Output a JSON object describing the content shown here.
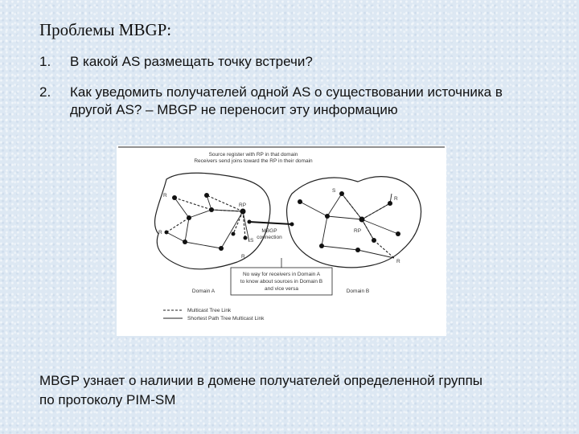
{
  "slide": {
    "title": "Проблемы MBGP:",
    "items": [
      {
        "number": "1.",
        "text": "В какой AS размещать точку встречи?"
      },
      {
        "number": "2.",
        "text": "Как уведомить получателей одной AS о существовании источника в другой AS? – MBGP не переносит эту информацию"
      }
    ],
    "bottom_text": "MBGP узнает о наличии в домене получателей определенной группы по протоколу PIM-SM"
  },
  "diagram": {
    "title_line1": "Source register with RP in that domain",
    "title_line2": "Receivers send joins toward the RP in their domain",
    "mbgp_label_line1": "MBGP",
    "mbgp_label_line2": "connection",
    "domain_a_label": "Domain A",
    "domain_b_label": "Domain B",
    "note_line1": "No way for receivers in Domain A",
    "note_line2": "to know about sources in Domain B",
    "note_line3": "and vice versa",
    "legend_dashed": "Multicast Tree Link",
    "legend_solid": "Shortest Path Tree Multicast Link",
    "node_labels": {
      "r": "R",
      "s": "S",
      "rp": "RP"
    }
  }
}
